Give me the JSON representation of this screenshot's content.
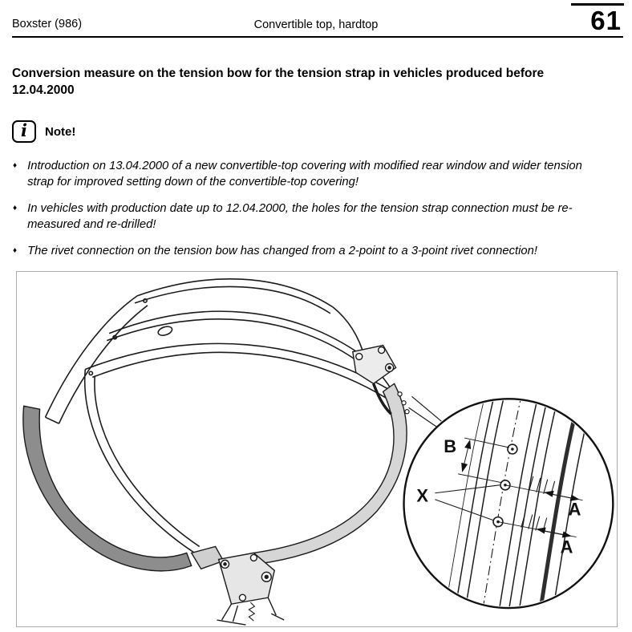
{
  "header": {
    "model": "Boxster (986)",
    "section": "Convertible top, hardtop",
    "page_number": "61"
  },
  "title": {
    "line1": "Conversion measure on the tension bow for the tension strap in vehicles produced before",
    "line2": "12.04.2000"
  },
  "note": {
    "icon_glyph": "i",
    "label": "Note!",
    "marker": "♦",
    "items": [
      "Introduction on 13.04.2000 of a new convertible-top covering with modified rear window and wider tension strap for improved setting down of the convertible-top covering!",
      "In vehicles with production date up to 12.04.2000, the holes for the tension strap connection must be re-measured and re-drilled!",
      "The rivet connection on the tension bow has changed from a 2-point to a 3-point rivet connection!"
    ]
  },
  "figure": {
    "labels": {
      "b": "B",
      "x": "X",
      "a_upper": "A",
      "a_lower": "A"
    }
  }
}
